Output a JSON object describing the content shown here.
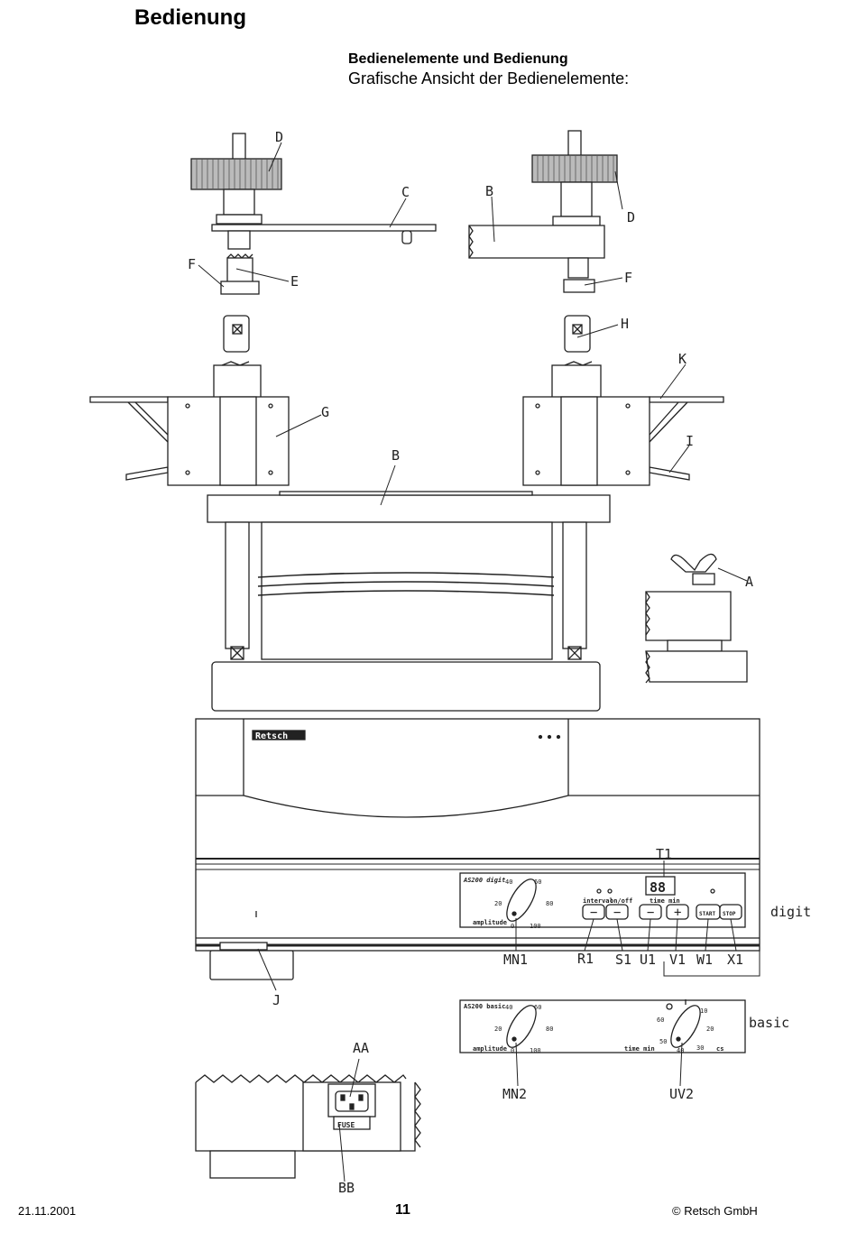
{
  "header": {
    "title": "Bedienung",
    "section_title": "Bedienelemente und Bedienung",
    "section_subtitle": "Grafische Ansicht der Bedienelemente:"
  },
  "drawing": {
    "part_labels": {
      "d_left": "D",
      "c": "C",
      "b_top": "B",
      "d_right": "D",
      "f_left": "F",
      "e": "E",
      "f_right": "F",
      "h": "H",
      "k": "K",
      "g": "G",
      "b_mid": "B",
      "i": "I",
      "a": "A"
    },
    "brand": "Retsch",
    "digit_panel": {
      "model": "AS200 digit",
      "amp_40": "40",
      "amp_60": "60",
      "amp_20": "20",
      "amp_80": "80",
      "amp_0": "0",
      "amp_100": "100",
      "amplitude": "amplitude",
      "interval": "interval",
      "onoff": "on/off",
      "time_min": "time min",
      "display": "88",
      "start": "START",
      "stop": "STOP",
      "minus_r1": "−",
      "minus_s1": "−",
      "minus_u1": "−",
      "plus_v1": "+"
    },
    "digit_labels": {
      "t1": "T1",
      "mn1": "MN1",
      "r1": "R1",
      "s1": "S1",
      "u1": "U1",
      "v1": "V1",
      "w1": "W1",
      "x1": "X1",
      "j": "J",
      "digit": "digit"
    },
    "basic_panel": {
      "model": "AS200 basic",
      "amp_40": "40",
      "amp_60": "60",
      "amp_20": "20",
      "amp_80": "80",
      "amp_0": "0",
      "amp_100": "100",
      "amplitude": "amplitude",
      "t_10": "10",
      "t_60": "60",
      "t_20": "20",
      "t_50": "50",
      "t_40": "40",
      "t_30": "30",
      "time_min": "time min",
      "cs": "cs"
    },
    "basic_labels": {
      "mn2": "MN2",
      "uv2": "UV2",
      "basic": "basic"
    },
    "rear_labels": {
      "aa": "AA",
      "fuse": "FUSE",
      "bb": "BB"
    }
  },
  "footer": {
    "date": "21.11.2001",
    "page": "11",
    "copyright": "© Retsch GmbH"
  }
}
